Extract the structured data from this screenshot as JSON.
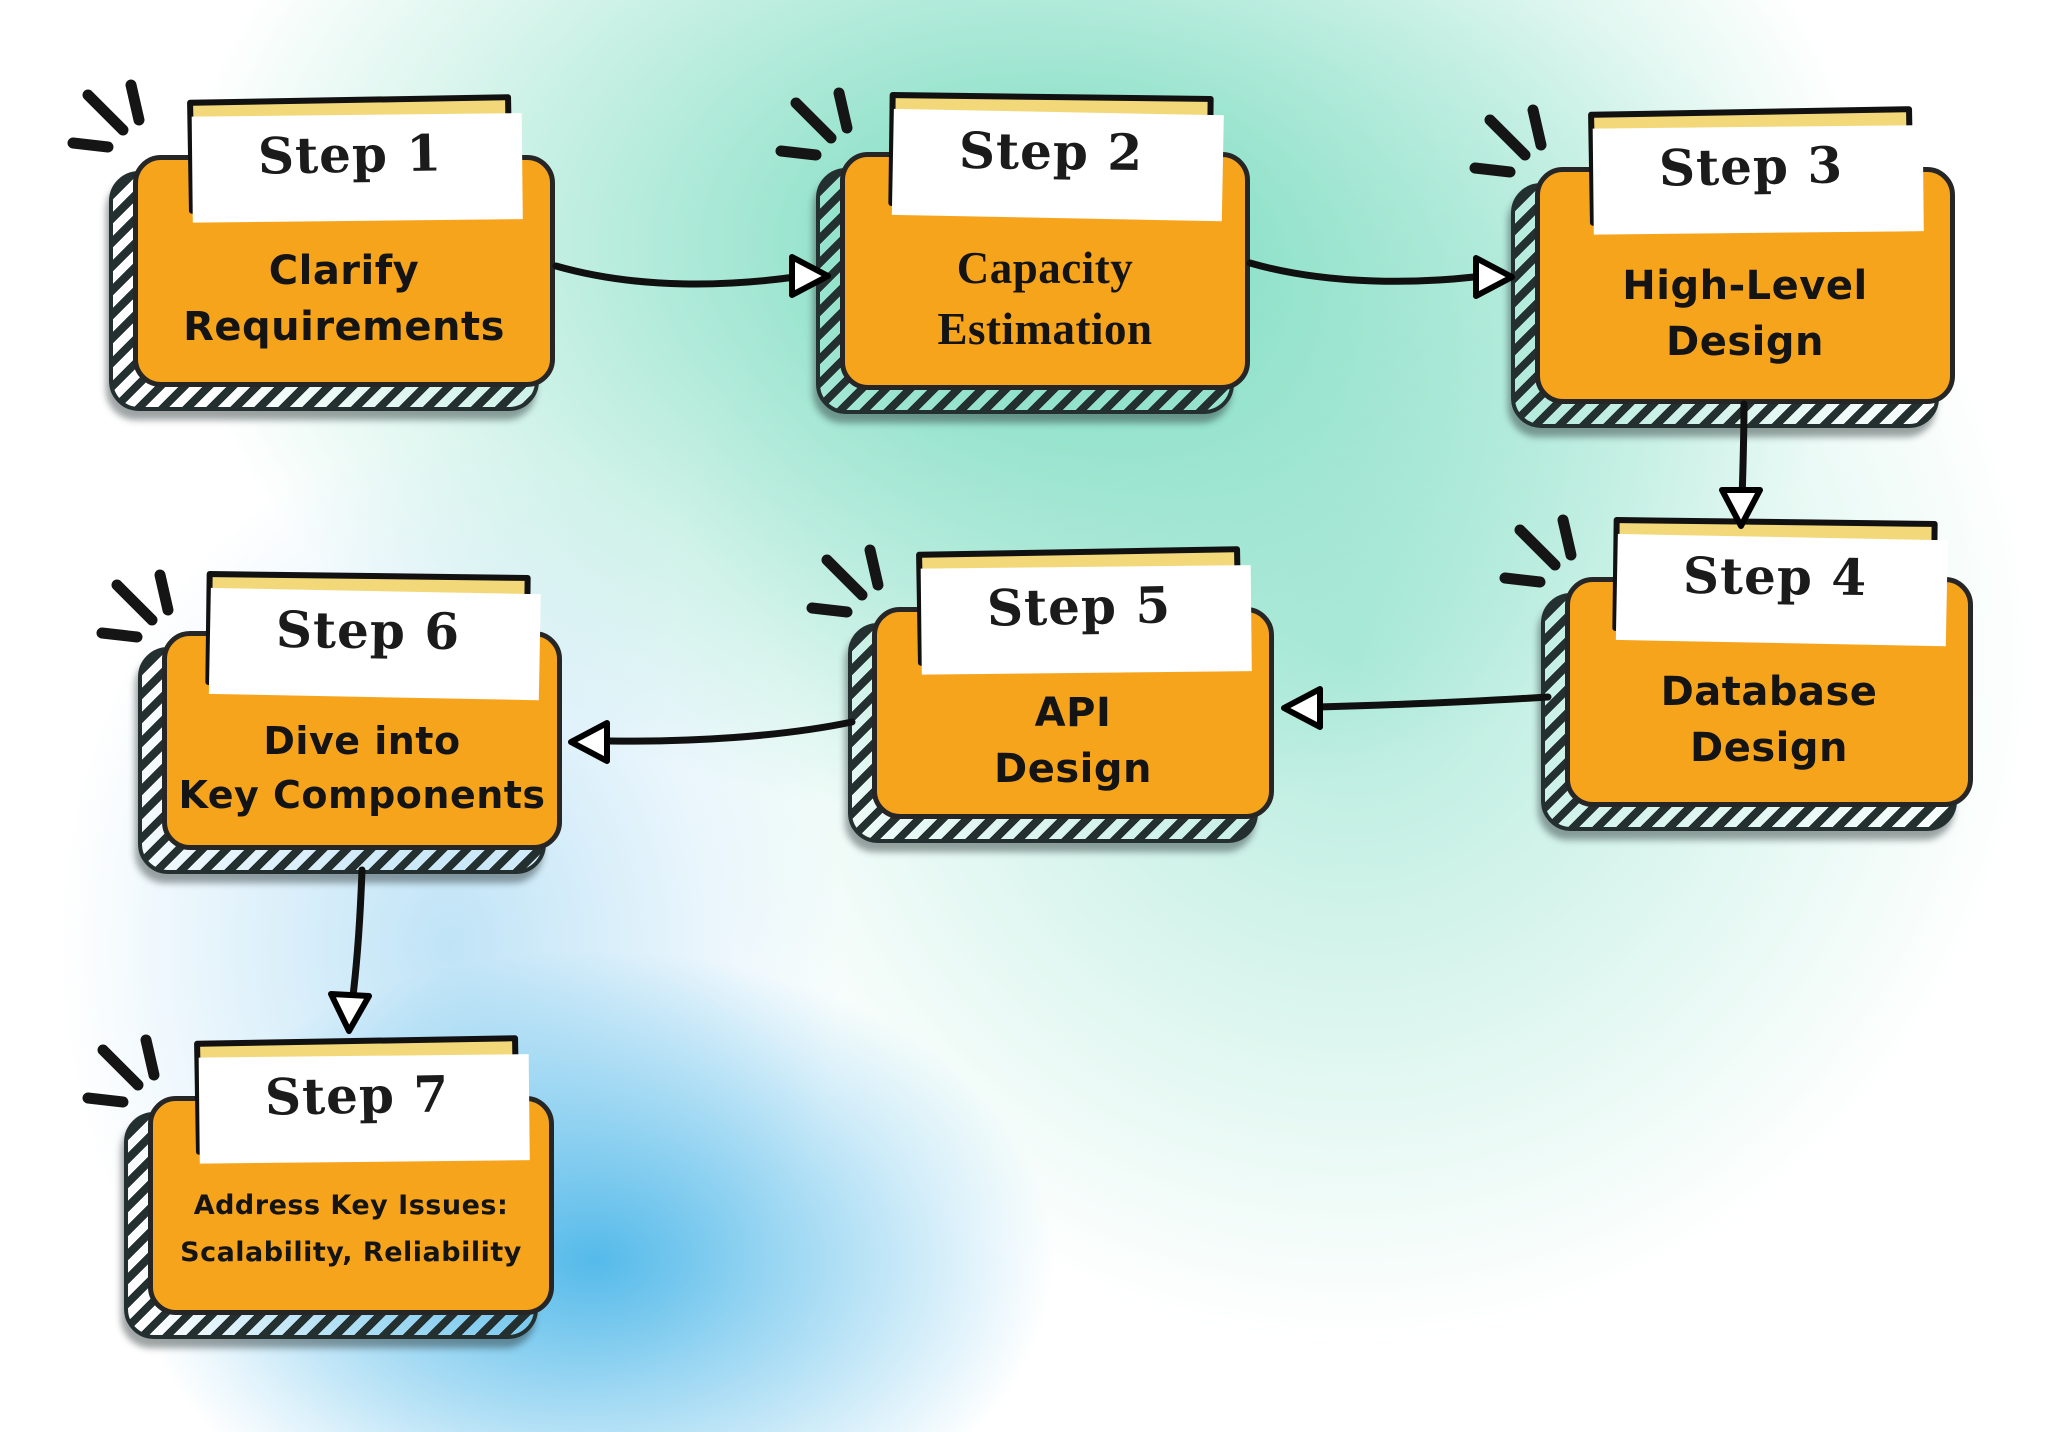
{
  "diagram": {
    "type": "flowchart",
    "steps": [
      {
        "label": "Step 1",
        "line1": "Clarify",
        "line2": "Requirements"
      },
      {
        "label": "Step 2",
        "line1": "Capacity",
        "line2": "Estimation"
      },
      {
        "label": "Step 3",
        "line1": "High-Level",
        "line2": "Design"
      },
      {
        "label": "Step 4",
        "line1": "Database",
        "line2": "Design"
      },
      {
        "label": "Step 5",
        "line1": "API",
        "line2": "Design"
      },
      {
        "label": "Step 6",
        "line1": "Dive into",
        "line2": "Key Components"
      },
      {
        "label": "Step 7",
        "line1": "Address Key Issues:",
        "line2": "Scalability, Reliability"
      }
    ],
    "connections": [
      {
        "from": "Step 1",
        "to": "Step 2"
      },
      {
        "from": "Step 2",
        "to": "Step 3"
      },
      {
        "from": "Step 3",
        "to": "Step 4"
      },
      {
        "from": "Step 4",
        "to": "Step 5"
      },
      {
        "from": "Step 5",
        "to": "Step 6"
      },
      {
        "from": "Step 6",
        "to": "Step 7"
      }
    ],
    "icons": {
      "sparkle": "three-ray-burst"
    },
    "colors": {
      "box_fill": "#F7A41D",
      "label_fill": "#F3D87A",
      "outline": "#1F1F1F",
      "hatch_shadow": "#243030",
      "arrow": "#101010",
      "bg_teal": "#7EDAC0",
      "bg_blue": "#54B9E8",
      "bg_white": "#FFFFFF"
    }
  }
}
